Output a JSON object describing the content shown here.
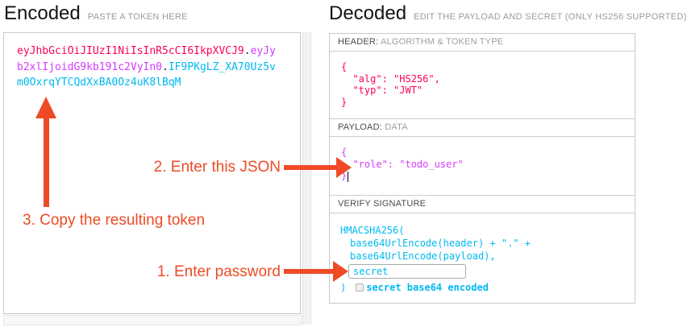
{
  "encoded_panel": {
    "title": "Encoded",
    "subtitle": "PASTE A TOKEN HERE",
    "token": {
      "header_segment": "eyJhbGciOiJIUzI1NiIsInR5cCI6IkpXVCJ9",
      "separator1": ".",
      "payload_segment": "eyJyb2xlIjoidG9kb191c2VyIn0",
      "separator2": ".",
      "signature_segment": "IF9PKgLZ_XA70Uz5vm0OxrqYTCQdXxBA0Oz4uK8lBqM"
    }
  },
  "decoded_panel": {
    "title": "Decoded",
    "subtitle": "EDIT THE PAYLOAD AND SECRET (ONLY HS256 SUPPORTED)",
    "header_section": {
      "label": "HEADER:",
      "label_detail": "ALGORITHM & TOKEN TYPE",
      "json": "{\n  \"alg\": \"HS256\",\n  \"typ\": \"JWT\"\n}"
    },
    "payload_section": {
      "label": "PAYLOAD:",
      "label_detail": "DATA",
      "json": "{\n  \"role\": \"todo_user\"\n}"
    },
    "signature_section": {
      "label": "VERIFY SIGNATURE",
      "algorithm_line": "HMACSHA256(",
      "encode_header_line": "base64UrlEncode(header) + \".\" +",
      "encode_payload_line": "base64UrlEncode(payload),",
      "secret_input_value": "secret",
      "closing_paren": ")",
      "base64_checkbox_label": "secret base64 encoded"
    }
  },
  "annotations": {
    "step_1_label": "1. Enter password",
    "step_2_label": "2. Enter this JSON",
    "step_3_label": "3. Copy the resulting token"
  },
  "colors": {
    "token_header": "#fb015b",
    "token_payload": "#d63aff",
    "token_signature": "#00b9f1",
    "annotation_red": "#ee4a25"
  }
}
